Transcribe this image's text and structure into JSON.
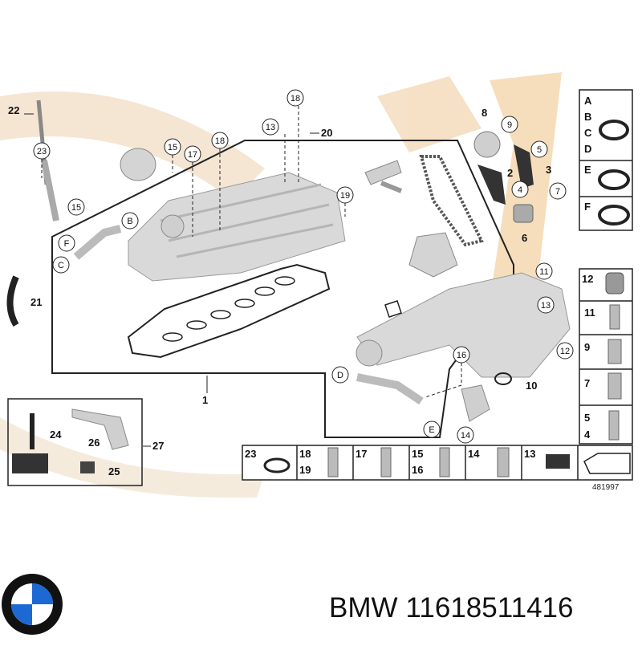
{
  "diagram_id": "481997",
  "brand": "BMW",
  "part_number": "11618511416",
  "callouts_main": [
    "1",
    "2",
    "3",
    "4",
    "5",
    "6",
    "7",
    "8",
    "9",
    "10",
    "11",
    "12",
    "13",
    "14",
    "15",
    "16",
    "17",
    "18",
    "19",
    "20",
    "21",
    "22",
    "23",
    "24",
    "25",
    "26",
    "27"
  ],
  "letters": [
    "A",
    "B",
    "C",
    "D",
    "E",
    "F"
  ],
  "seal_panel": [
    "A",
    "B",
    "C",
    "D",
    "E",
    "F"
  ],
  "bolt_panel": [
    "12",
    "11",
    "9",
    "7",
    "5",
    "4"
  ],
  "bottom_panel": [
    {
      "a": "23",
      "b": ""
    },
    {
      "a": "18",
      "b": "19"
    },
    {
      "a": "17",
      "b": ""
    },
    {
      "a": "15",
      "b": "16"
    },
    {
      "a": "14",
      "b": ""
    },
    {
      "a": "13",
      "b": ""
    }
  ],
  "colors": {
    "watermark": "#f2dcc0",
    "outline": "#222222",
    "part": "#d6d6d6",
    "part_dark": "#9a9a9a"
  }
}
